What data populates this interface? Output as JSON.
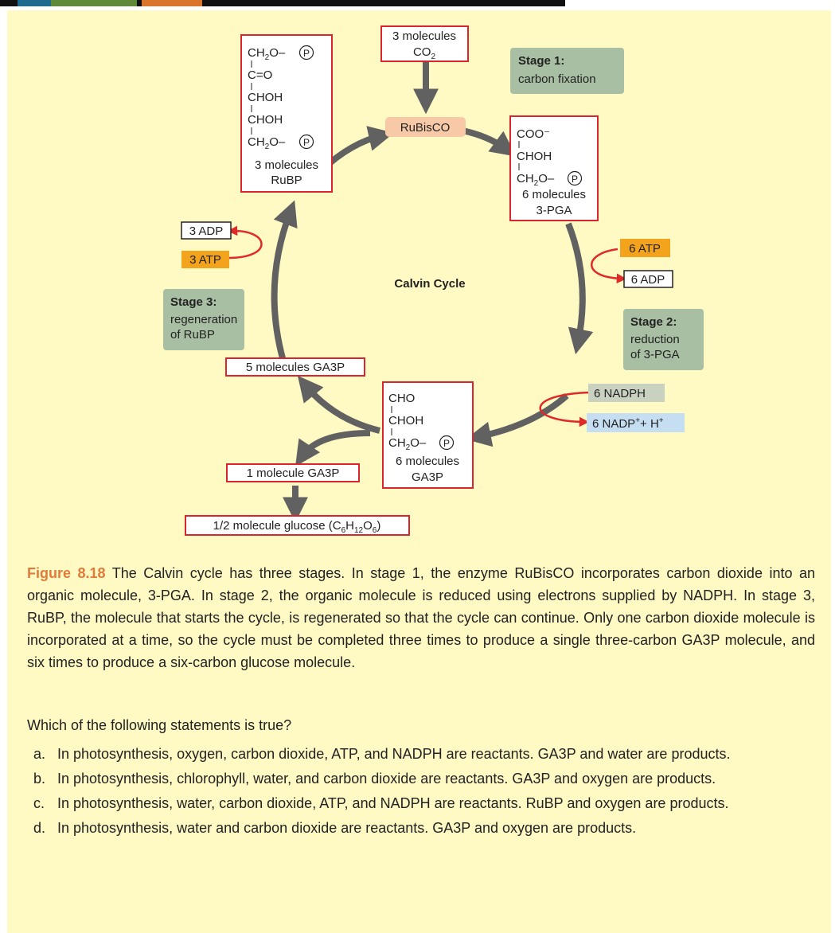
{
  "diagram": {
    "co2_box": {
      "line1": "3 molecules",
      "line2_prefix": "CO",
      "line2_sub": "2"
    },
    "stage1": {
      "title": "Stage 1:",
      "desc": "carbon fixation"
    },
    "stage2": {
      "title": "Stage 2:",
      "line1": "reduction",
      "line2": "of 3-PGA"
    },
    "stage3": {
      "title": "Stage 3:",
      "line1": "regeneration",
      "line2": "of RuBP"
    },
    "rubisco": "RuBisCO",
    "center_label": "Calvin Cycle",
    "rubp_box": {
      "r1": "CH",
      "r1_sub": "2",
      "r1_rest": "O–",
      "r2": "C",
      "r2_rest": "=O",
      "r3": "CHOH",
      "r4": "CHOH",
      "r5": "CH",
      "r5_sub": "2",
      "r5_rest": "O–",
      "phosphate": "P",
      "count": "3 molecules",
      "name": "RuBP"
    },
    "pga_box": {
      "r1": "COO⁻",
      "r2": "CHOH",
      "r3": "CH",
      "r3_sub": "2",
      "r3_rest": "O–",
      "phosphate": "P",
      "count": "6 molecules",
      "name": "3-PGA"
    },
    "ga3p_box": {
      "r1": "CHO",
      "r2": "CHOH",
      "r3": "CH",
      "r3_sub": "2",
      "r3_rest": "O–",
      "phosphate": "P",
      "count": "6 molecules",
      "name": "GA3P"
    },
    "five_ga3p": "5 molecules GA3P",
    "one_ga3p": "1 molecule GA3P",
    "glucose": {
      "prefix": "1/2 molecule glucose (C",
      "s1": "6",
      "h": "H",
      "s2": "12",
      "o": "O",
      "s3": "6",
      "suffix": ")"
    },
    "atp3": "3 ATP",
    "adp3": "3 ADP",
    "atp6": "6 ATP",
    "adp6": "6 ADP",
    "nadph": "6 NADPH",
    "nadp": {
      "prefix": "6 NADP",
      "sup1": "+",
      "mid": "+ H",
      "sup2": "+"
    }
  },
  "caption": {
    "label": "Figure 8.18",
    "text": " The Calvin cycle has three stages. In stage 1, the enzyme RuBisCO incorporates carbon dioxide into an organic molecule, 3-PGA. In stage 2, the organic molecule is reduced using electrons supplied by NADPH. In stage 3, RuBP, the molecule that starts the cycle, is regenerated so that the cycle can continue. Only one carbon dioxide molecule is incorporated at a time, so the cycle must be completed three times to produce a single three-carbon GA3P molecule, and six times to produce a six-carbon glucose molecule."
  },
  "question": "Which of the following statements is true?",
  "answers": [
    {
      "letter": "a.",
      "text": "In photosynthesis, oxygen, carbon dioxide, ATP, and NADPH are reactants. GA3P and water are products."
    },
    {
      "letter": "b.",
      "text": "In photosynthesis, chlorophyll, water, and carbon dioxide are reactants. GA3P and oxygen are products."
    },
    {
      "letter": "c.",
      "text": "In photosynthesis, water, carbon dioxide, ATP, and NADPH are reactants. RuBP and oxygen are products."
    },
    {
      "letter": "d.",
      "text": "In photosynthesis, water and carbon dioxide are reactants. GA3P and oxygen are products."
    }
  ],
  "colors": {
    "background": "#fff9c4",
    "figure_label": "#e07b39",
    "box_border_red": "#d9262e",
    "stage_box": "#a9bfa3",
    "rubisco_fill": "#f7c9a6",
    "atp_fill": "#f4a31d",
    "nadph_fill": "#c9d2c1",
    "nadp_fill": "#c5def2",
    "cycle_arrow": "#616161",
    "side_arrow": "#e02a2a"
  }
}
